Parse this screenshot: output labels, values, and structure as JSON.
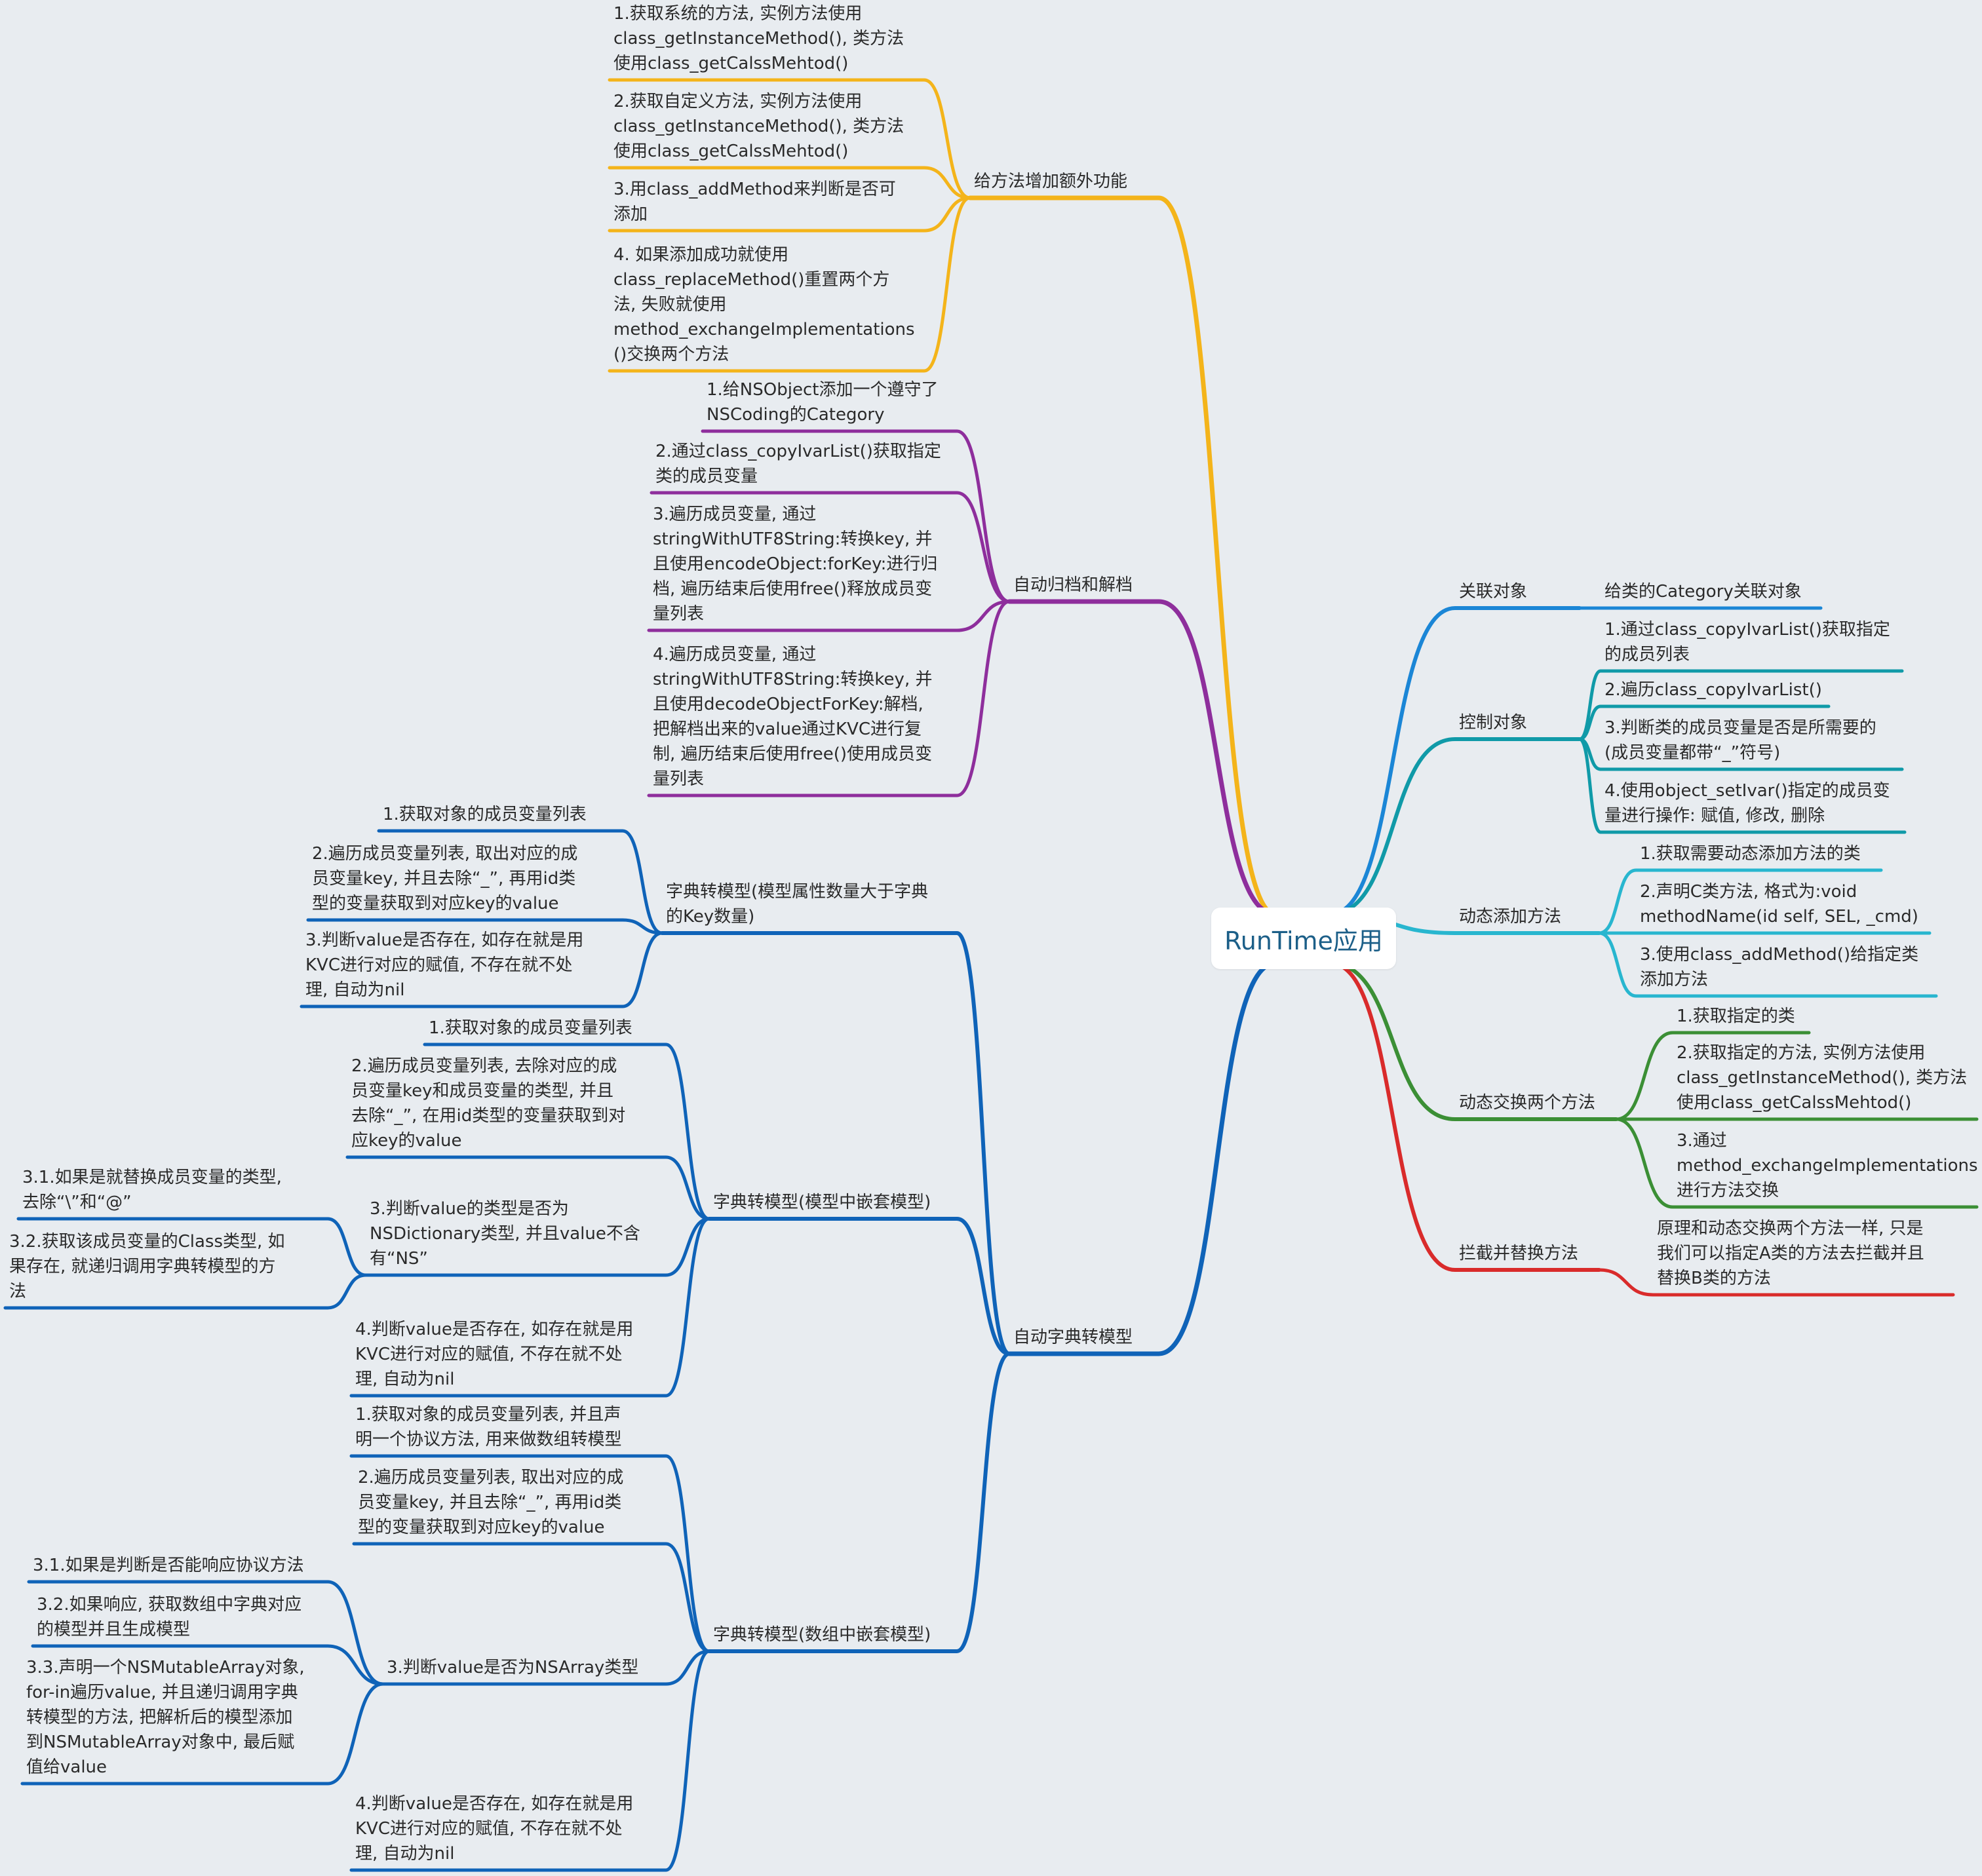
{
  "root": "RunTime应用",
  "colors": {
    "yellow": "#f4b41a",
    "purple": "#8e2e9c",
    "blue": "#0f63b8",
    "skyblue": "#1b86d6",
    "teal": "#109aa8",
    "cyan": "#28b6cf",
    "green": "#3b8f35",
    "red": "#d92b2b"
  },
  "nodes": {
    "b1": "给方法增加额外功能",
    "b1_1": "1.获取系统的方法, 实例方法使用\nclass_getInstanceMethod(), 类方法\n使用class_getCalssMehtod()",
    "b1_2": "2.获取自定义方法, 实例方法使用\nclass_getInstanceMethod(), 类方法\n使用class_getCalssMehtod()",
    "b1_3": "3.用class_addMethod来判断是否可\n添加",
    "b1_4": "4. 如果添加成功就使用\nclass_replaceMethod()重置两个方\n法, 失败就使用\nmethod_exchangeImplementations\n()交换两个方法",
    "b2": "自动归档和解档",
    "b2_1": "1.给NSObject添加一个遵守了\nNSCoding的Category",
    "b2_2": "2.通过class_copyIvarList()获取指定\n类的成员变量",
    "b2_3": "3.遍历成员变量, 通过\nstringWithUTF8String:转换key, 并\n且使用encodeObject:forKey:进行归\n档, 遍历结束后使用free()释放成员变\n量列表",
    "b2_4": "4.遍历成员变量, 通过\nstringWithUTF8String:转换key, 并\n且使用decodeObjectForKey:解档,\n把解档出来的value通过KVC进行复\n制, 遍历结束后使用free()使用成员变\n量列表",
    "b3": "自动字典转模型",
    "s1": "字典转模型(模型属性数量大于字典\n的Key数量)",
    "s1_1": "1.获取对象的成员变量列表",
    "s1_2": "2.遍历成员变量列表, 取出对应的成\n员变量key, 并且去除“_”, 再用id类\n型的变量获取到对应key的value",
    "s1_3": "3.判断value是否存在, 如存在就是用\nKVC进行对应的赋值, 不存在就不处\n理, 自动为nil",
    "s2": "字典转模型(模型中嵌套模型)",
    "s2_1": "1.获取对象的成员变量列表",
    "s2_2": "2.遍历成员变量列表, 去除对应的成\n员变量key和成员变量的类型, 并且\n去除“_”, 在用id类型的变量获取到对\n应key的value",
    "s2_3": "3.判断value的类型是否为\nNSDictionary类型, 并且value不含\n有“NS”",
    "s2_3_1": "3.1.如果是就替换成员变量的类型,\n去除“\\”和“@”",
    "s2_3_2": "3.2.获取该成员变量的Class类型, 如\n果存在, 就递归调用字典转模型的方\n法",
    "s2_4": "4.判断value是否存在, 如存在就是用\nKVC进行对应的赋值, 不存在就不处\n理, 自动为nil",
    "s3": "字典转模型(数组中嵌套模型)",
    "s3_1": "1.获取对象的成员变量列表, 并且声\n明一个协议方法, 用来做数组转模型",
    "s3_2": "2.遍历成员变量列表, 取出对应的成\n员变量key, 并且去除“_”, 再用id类\n型的变量获取到对应key的value",
    "s3_3": "3.判断value是否为NSArray类型",
    "s3_3_1": "3.1.如果是判断是否能响应协议方法",
    "s3_3_2": "3.2.如果响应, 获取数组中字典对应\n的模型并且生成模型",
    "s3_3_3": "3.3.声明一个NSMutableArray对象,\nfor-in遍历value, 并且递归调用字典\n转模型的方法, 把解析后的模型添加\n到NSMutableArray对象中, 最后赋\n值给value",
    "s3_4": "4.判断value是否存在, 如存在就是用\nKVC进行对应的赋值, 不存在就不处\n理, 自动为nil",
    "r1": "关联对象",
    "r1_1": "给类的Category关联对象",
    "r2": "控制对象",
    "r2_1": "1.通过class_copyIvarList()获取指定\n的成员列表",
    "r2_2": "2.遍历class_copyIvarList()",
    "r2_3": "3.判断类的成员变量是否是所需要的\n(成员变量都带“_”符号)",
    "r2_4": "4.使用object_setIvar()指定的成员变\n量进行操作: 赋值, 修改, 删除",
    "r3": "动态添加方法",
    "r3_1": "1.获取需要动态添加方法的类",
    "r3_2": "2.声明C类方法, 格式为:void\nmethodName(id self, SEL, _cmd)",
    "r3_3": "3.使用class_addMethod()给指定类\n添加方法",
    "r4": "动态交换两个方法",
    "r4_1": "1.获取指定的类",
    "r4_2": "2.获取指定的方法, 实例方法使用\nclass_getInstanceMethod(), 类方法\n使用class_getCalssMehtod()",
    "r4_3": "3.通过\nmethod_exchangeImplementations\n进行方法交换",
    "r5": "拦截并替换方法",
    "r5_1": "原理和动态交换两个方法一样, 只是\n我们可以指定A类的方法去拦截并且\n替换B类的方法"
  }
}
